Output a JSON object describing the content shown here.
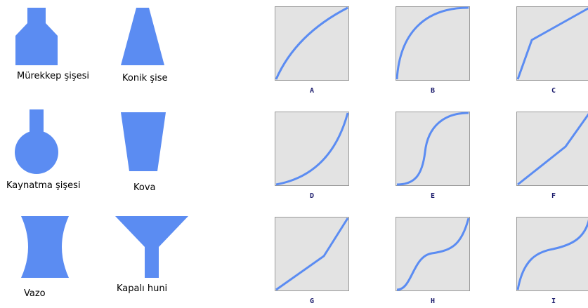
{
  "colors": {
    "shape_fill": "#5b8cf2",
    "curve": "#5b8cf2",
    "graph_bg": "#e3e3e3",
    "graph_border": "#9a9a9a",
    "graph_label": "#1a1a6b"
  },
  "containers": [
    {
      "label": "Mürekkep şişesi",
      "icon": "ink-bottle-shape"
    },
    {
      "label": "Konik şise",
      "icon": "conical-flask-shape"
    },
    {
      "label": "Kaynatma şişesi",
      "icon": "boiling-flask-shape"
    },
    {
      "label": "Kova",
      "icon": "bucket-shape"
    },
    {
      "label": "Vazo",
      "icon": "vase-shape"
    },
    {
      "label": "Kapalı huni",
      "icon": "closed-funnel-shape"
    }
  ],
  "graphs": [
    {
      "label": "A"
    },
    {
      "label": "B"
    },
    {
      "label": "C"
    },
    {
      "label": "D"
    },
    {
      "label": "E"
    },
    {
      "label": "F"
    },
    {
      "label": "G"
    },
    {
      "label": "H"
    },
    {
      "label": "I"
    }
  ]
}
